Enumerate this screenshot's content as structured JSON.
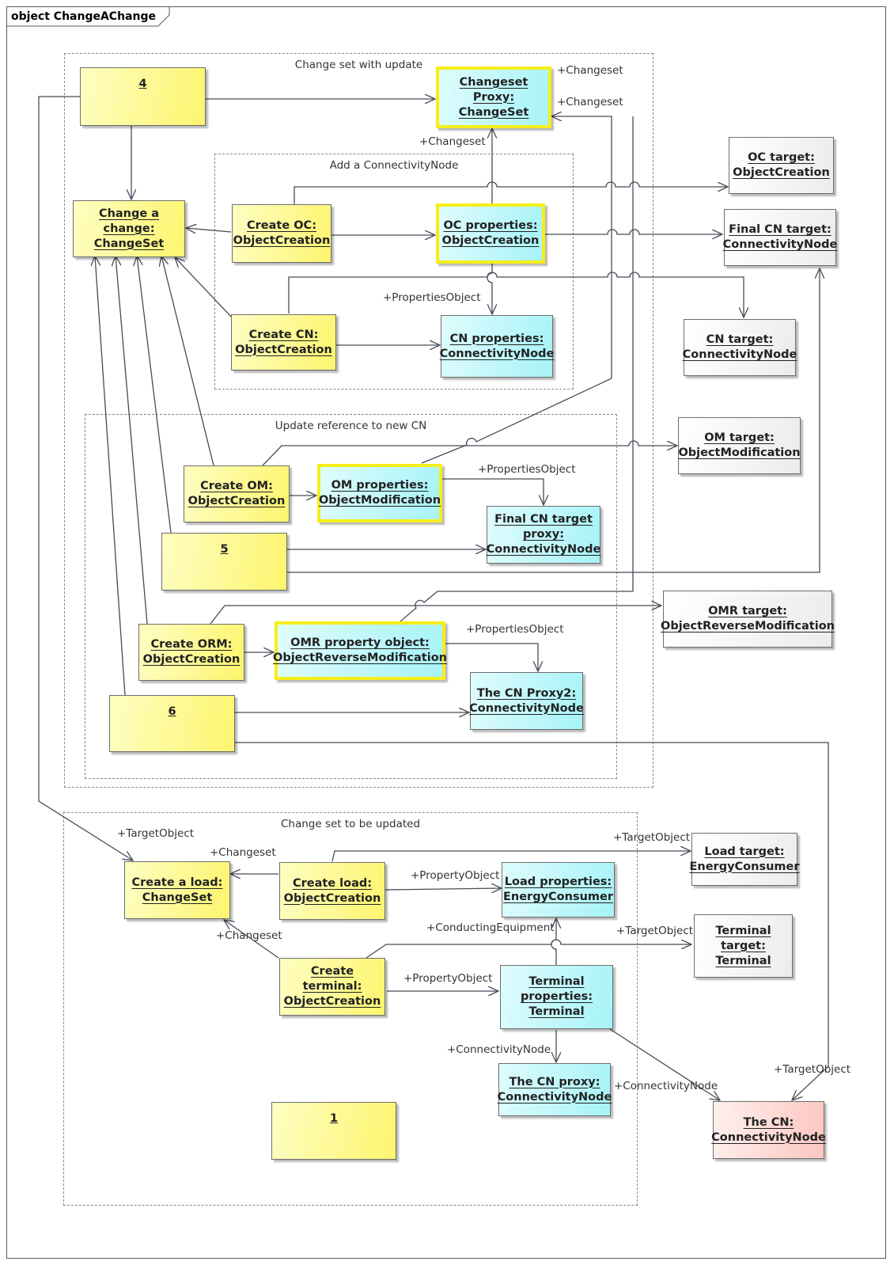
{
  "diagram_title": "object ChangeAChange",
  "packages": {
    "change_set_with_update": "Change set with update",
    "add_a_connectivity_node": "Add a ConnectivityNode",
    "update_reference": "Update reference to new CN",
    "change_set_to_be_updated": "Change set to be updated"
  },
  "objects": {
    "obj4": {
      "lines": [
        "4"
      ]
    },
    "changeset_proxy": {
      "lines": [
        "Changeset",
        "Proxy:",
        "ChangeSet"
      ]
    },
    "oc_target": {
      "lines": [
        "OC target:",
        "ObjectCreation"
      ]
    },
    "change_a_change": {
      "lines": [
        "Change a",
        "change:",
        "ChangeSet"
      ]
    },
    "create_oc": {
      "lines": [
        "Create OC:",
        "ObjectCreation"
      ]
    },
    "oc_properties": {
      "lines": [
        "OC properties:",
        "ObjectCreation"
      ]
    },
    "final_cn_target": {
      "lines": [
        "Final CN target:",
        "ConnectivityNode"
      ]
    },
    "create_cn": {
      "lines": [
        "Create CN:",
        "ObjectCreation"
      ]
    },
    "cn_properties": {
      "lines": [
        "CN properties:",
        "ConnectivityNode"
      ]
    },
    "cn_target": {
      "lines": [
        "CN target:",
        "ConnectivityNode"
      ]
    },
    "om_target": {
      "lines": [
        "OM target:",
        "ObjectModification"
      ]
    },
    "create_om": {
      "lines": [
        "Create OM:",
        "ObjectCreation"
      ]
    },
    "om_properties": {
      "lines": [
        "OM properties:",
        "ObjectModification"
      ]
    },
    "final_cn_target_proxy": {
      "lines": [
        "Final CN target",
        "proxy:",
        "ConnectivityNode"
      ]
    },
    "obj5": {
      "lines": [
        "5"
      ]
    },
    "omr_target": {
      "lines": [
        "OMR target:",
        "ObjectReverseModification"
      ]
    },
    "create_orm": {
      "lines": [
        "Create ORM:",
        "ObjectCreation"
      ]
    },
    "omr_property_object": {
      "lines": [
        "OMR property object:",
        "ObjectReverseModification"
      ]
    },
    "the_cn_proxy2": {
      "lines": [
        "The CN Proxy2:",
        "ConnectivityNode"
      ]
    },
    "obj6": {
      "lines": [
        "6"
      ]
    },
    "create_a_load": {
      "lines": [
        "Create a load:",
        "ChangeSet"
      ]
    },
    "create_load": {
      "lines": [
        "Create load:",
        "ObjectCreation"
      ]
    },
    "load_properties": {
      "lines": [
        "Load properties:",
        "EnergyConsumer"
      ]
    },
    "load_target": {
      "lines": [
        "Load target:",
        "EnergyConsumer"
      ]
    },
    "create_terminal": {
      "lines": [
        "Create",
        "terminal:",
        "ObjectCreation"
      ]
    },
    "terminal_properties": {
      "lines": [
        "Terminal",
        "properties:",
        "Terminal"
      ]
    },
    "terminal_target": {
      "lines": [
        "Terminal",
        "target:",
        "Terminal"
      ]
    },
    "the_cn_proxy": {
      "lines": [
        "The CN proxy:",
        "ConnectivityNode"
      ]
    },
    "the_cn": {
      "lines": [
        "The CN:",
        "ConnectivityNode"
      ]
    },
    "obj1": {
      "lines": [
        "1"
      ]
    }
  },
  "role_labels": {
    "changeset_1": "+Changeset",
    "changeset_2": "+Changeset",
    "changeset_3": "+Changeset",
    "properties_object_1": "+PropertiesObject",
    "properties_object_2": "+PropertiesObject",
    "properties_object_3": "+PropertiesObject",
    "target_object_1": "+TargetObject",
    "changeset_4": "+Changeset",
    "target_object_2": "+TargetObject",
    "property_object_1": "+PropertyObject",
    "changeset_5": "+Changeset",
    "conducting_equipment": "+ConductingEquipment",
    "target_object_3": "+TargetObject",
    "property_object_2": "+PropertyObject",
    "connectivity_node_1": "+ConnectivityNode",
    "connectivity_node_2": "+ConnectivityNode",
    "target_object_4": "+TargetObject"
  },
  "colors": {
    "object_yellow": "#fdf56e",
    "object_cyan": "#a6f3f8",
    "object_white": "#ececec",
    "object_pink": "#fcc6c0",
    "highlight_border": "#f5ee1a",
    "connector": "#4a4a5a"
  }
}
